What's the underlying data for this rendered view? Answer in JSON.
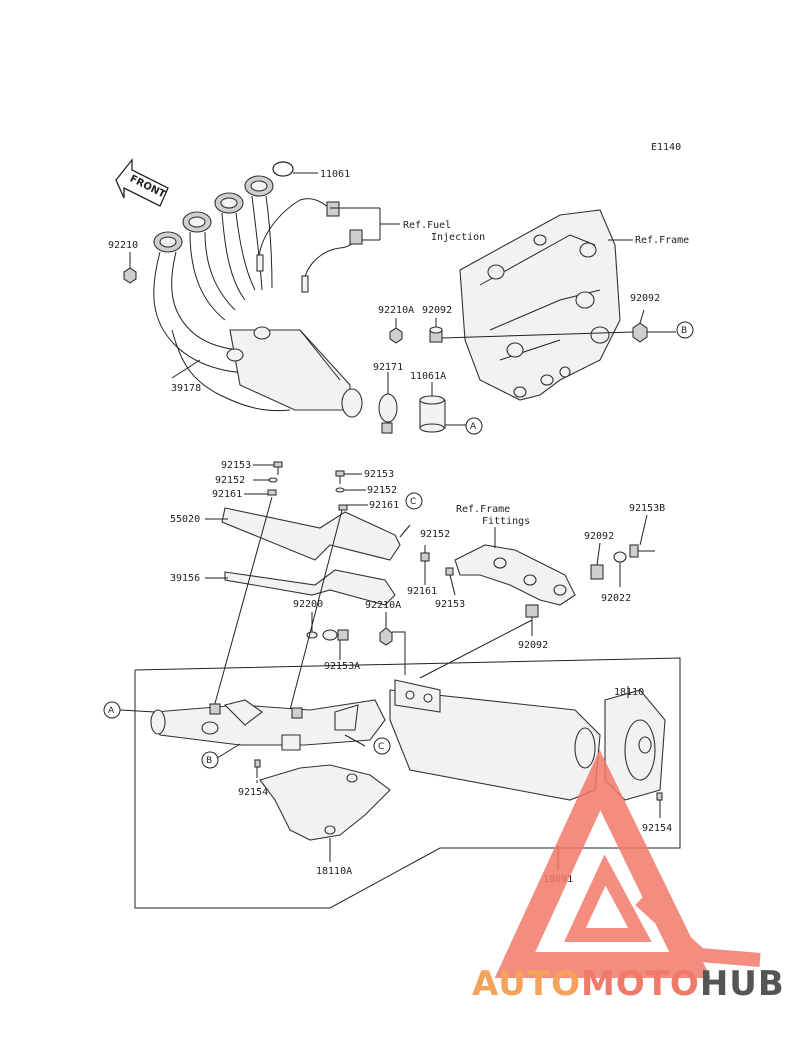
{
  "diagram_code": "E1140",
  "front_label": "FRONT",
  "callouts": [
    "A",
    "B",
    "C"
  ],
  "labels": {
    "p11061": "11061",
    "p11061a": "11061A",
    "p18091": "18091",
    "p18110": "18110",
    "p18110a": "18110A",
    "p39156": "39156",
    "p39178": "39178",
    "p55020": "55020",
    "p92022": "92022",
    "p92092_a": "92092",
    "p92092_b": "92092",
    "p92092_c": "92092",
    "p92092_d": "92092",
    "p92152_a": "92152",
    "p92152_b": "92152",
    "p92152_c": "92152",
    "p92153_a": "92153",
    "p92153_b": "92153",
    "p92153_c": "92153",
    "p92153a": "92153A",
    "p92153b": "92153B",
    "p92154_a": "92154",
    "p92154_b": "92154",
    "p92161_a": "92161",
    "p92161_b": "92161",
    "p92161_c": "92161",
    "p92171": "92171",
    "p92200": "92200",
    "p92210": "92210",
    "p92210a_a": "92210A",
    "p92210a_b": "92210A"
  },
  "refs": {
    "fuel_line1": "Ref.Fuel",
    "fuel_line2": "Injection",
    "frame": "Ref.Frame",
    "fittings_line1": "Ref.Frame",
    "fittings_line2": "Fittings"
  },
  "watermark": {
    "part1": "AUTO",
    "part2": "MOTO",
    "part3": "HUB",
    "color1": "#f5a25d",
    "color2": "#f07a6a",
    "color3": "#555555"
  }
}
